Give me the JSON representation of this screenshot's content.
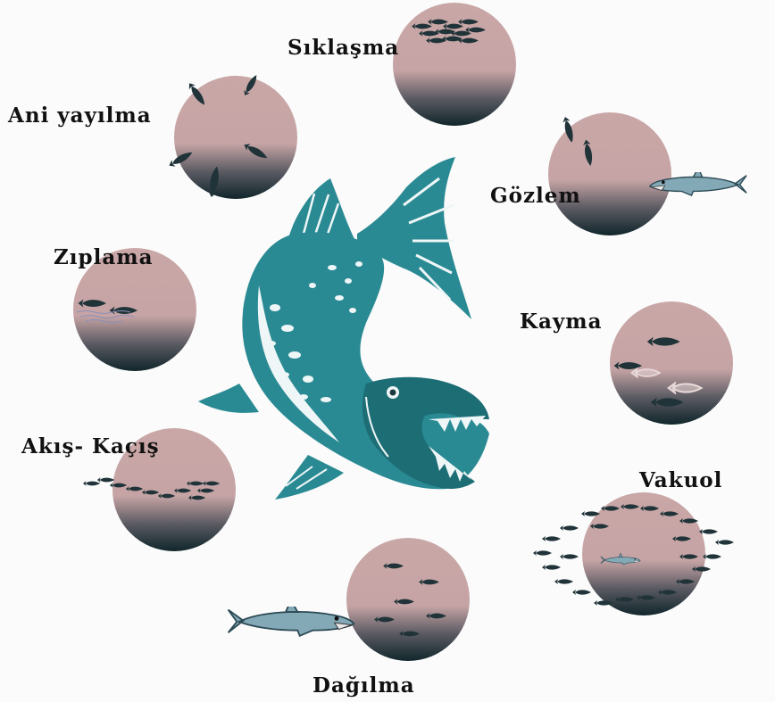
{
  "diagram": {
    "behaviors": [
      {
        "id": "siklasma",
        "label": "Sıklaşma"
      },
      {
        "id": "ani-yayilma",
        "label": "Ani yayılma"
      },
      {
        "id": "gozlem",
        "label": "Gözlem"
      },
      {
        "id": "ziplama",
        "label": "Zıplama"
      },
      {
        "id": "kayma",
        "label": "Kayma"
      },
      {
        "id": "akis-kacis",
        "label": "Akış- Kaçış"
      },
      {
        "id": "vakuol",
        "label": "Vakuol"
      },
      {
        "id": "dagilma",
        "label": "Dağılma"
      }
    ],
    "colors": {
      "circle_top": "#c9a7a7",
      "circle_bottom": "#10262b",
      "pike": "#2a8a93",
      "pike_dark": "#1d6d75",
      "school_fish": "#1f3338",
      "predator": "#7fa5b3"
    }
  }
}
